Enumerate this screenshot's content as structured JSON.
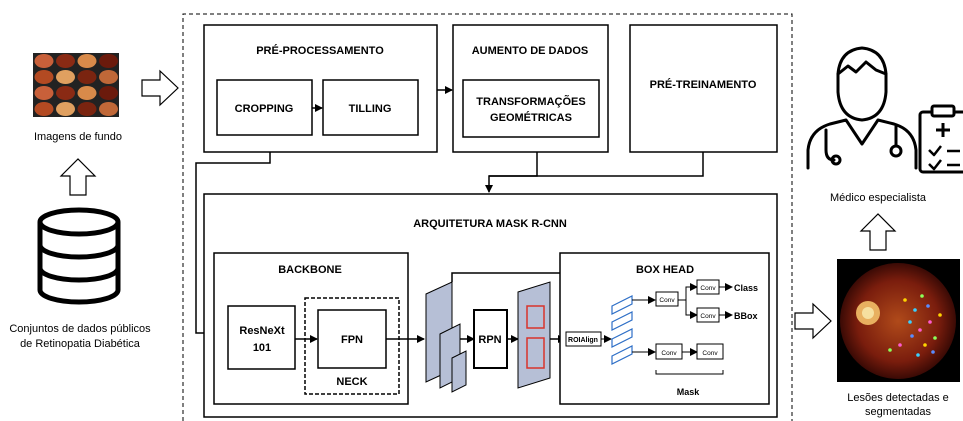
{
  "left": {
    "fundus_caption": "Imagens de fundo",
    "database_caption_line1": "Conjuntos de dados públicos",
    "database_caption_line2": "de Retinopatia Diabética"
  },
  "preprocessing": {
    "title": "PRÉ-PROCESSAMENTO",
    "cropping": "CROPPING",
    "tilling": "TILLING"
  },
  "augmentation": {
    "title": "AUMENTO DE DADOS",
    "inner_line1": "TRANSFORMAÇÕES",
    "inner_line2": "GEOMÉTRICAS"
  },
  "pretraining": {
    "title": "PRÉ-TREINAMENTO"
  },
  "architecture": {
    "title": "ARQUITETURA MASK R-CNN",
    "backbone_title": "BACKBONE",
    "resnext_line1": "ResNeXt",
    "resnext_line2": "101",
    "fpn": "FPN",
    "neck": "NECK",
    "rpn": "RPN",
    "boxhead_title": "BOX HEAD",
    "roialign": "ROIAlign",
    "conv": "Conv",
    "class_label": "Class",
    "bbox_label": "BBox",
    "mask_label": "Mask"
  },
  "right": {
    "doctor_caption": "Médico especialista",
    "lesions_caption_line1": "Lesões detectadas e",
    "lesions_caption_line2": "segmentadas"
  },
  "colors": {
    "feature_map_fill": "#b6bfd6",
    "roi_border": "#d9342b",
    "fundus_fill": "#7a1d0d"
  }
}
